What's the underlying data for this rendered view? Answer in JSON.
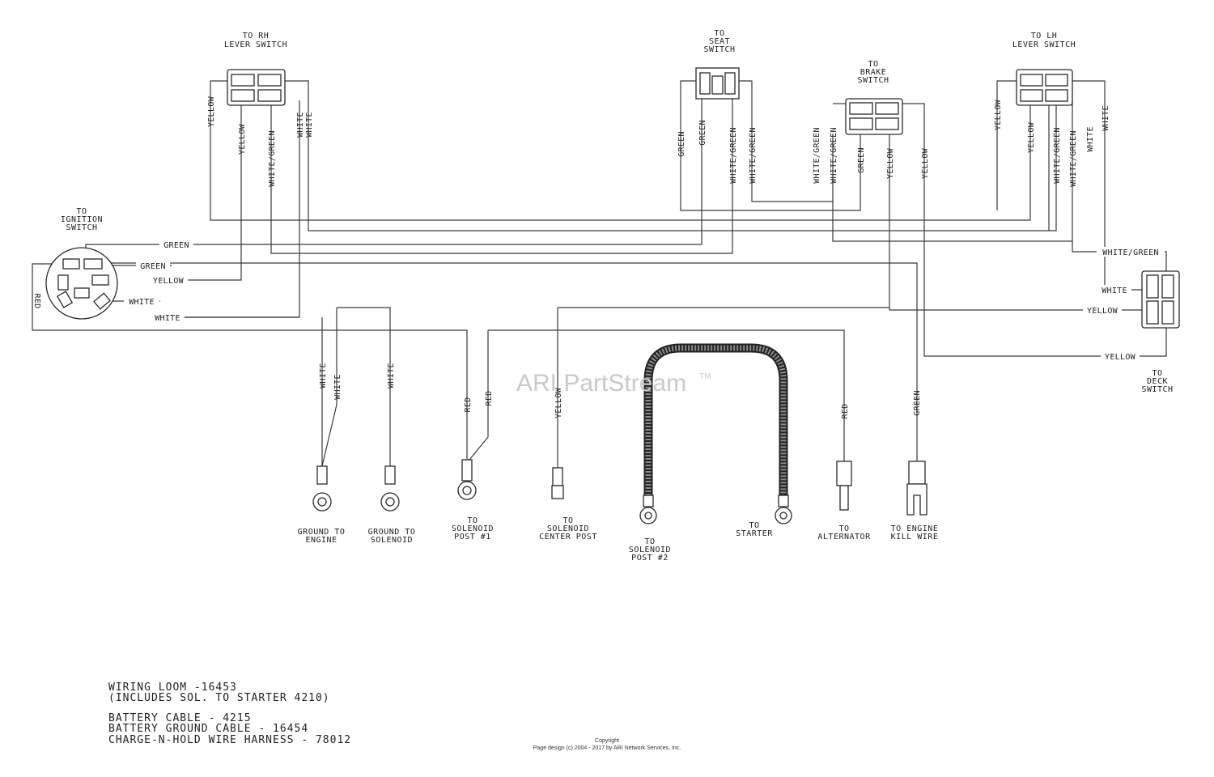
{
  "watermark": {
    "text": "ARI PartStream",
    "tm": "TM"
  },
  "connectors": {
    "rh_lever": [
      "TO RH",
      "LEVER SWITCH"
    ],
    "seat": [
      "TO",
      "SEAT",
      "SWITCH"
    ],
    "brake": [
      "TO",
      "BRAKE",
      "SWITCH"
    ],
    "lh_lever": [
      "TO LH",
      "LEVER SWITCH"
    ],
    "ignition": [
      "TO",
      "IGNITION",
      "SWITCH"
    ],
    "deck": [
      "TO",
      "DECK",
      "SWITCH"
    ]
  },
  "terminals": {
    "ground_engine": [
      "GROUND TO",
      "ENGINE"
    ],
    "ground_solenoid": [
      "GROUND TO",
      "SOLENOID"
    ],
    "solenoid_post1": [
      "TO",
      "SOLENOID",
      "POST #1"
    ],
    "solenoid_center": [
      "TO",
      "SOLENOID",
      "CENTER POST"
    ],
    "solenoid_post2": [
      "TO",
      "SOLENOID",
      "POST #2"
    ],
    "starter": [
      "TO",
      "STARTER"
    ],
    "alternator": [
      "TO",
      "ALTERNATOR"
    ],
    "kill_wire": [
      "TO ENGINE",
      "KILL WIRE"
    ]
  },
  "wire_labels": {
    "yellow": "YELLOW",
    "white": "WHITE",
    "white_green": "WHITE/GREEN",
    "green": "GREEN",
    "red": "RED",
    "red_ign": "RED"
  },
  "notes": [
    "WIRING LOOM -16453",
    "(INCLUDES SOL. TO STARTER 4210)",
    "BATTERY CABLE - 4215",
    "BATTERY GROUND CABLE - 16454",
    "CHARGE-N-HOLD WIRE HARNESS - 78012"
  ],
  "copyright": [
    "Copyright",
    "Page design (c) 2004 - 2017 by ARI Network Services, Inc."
  ]
}
